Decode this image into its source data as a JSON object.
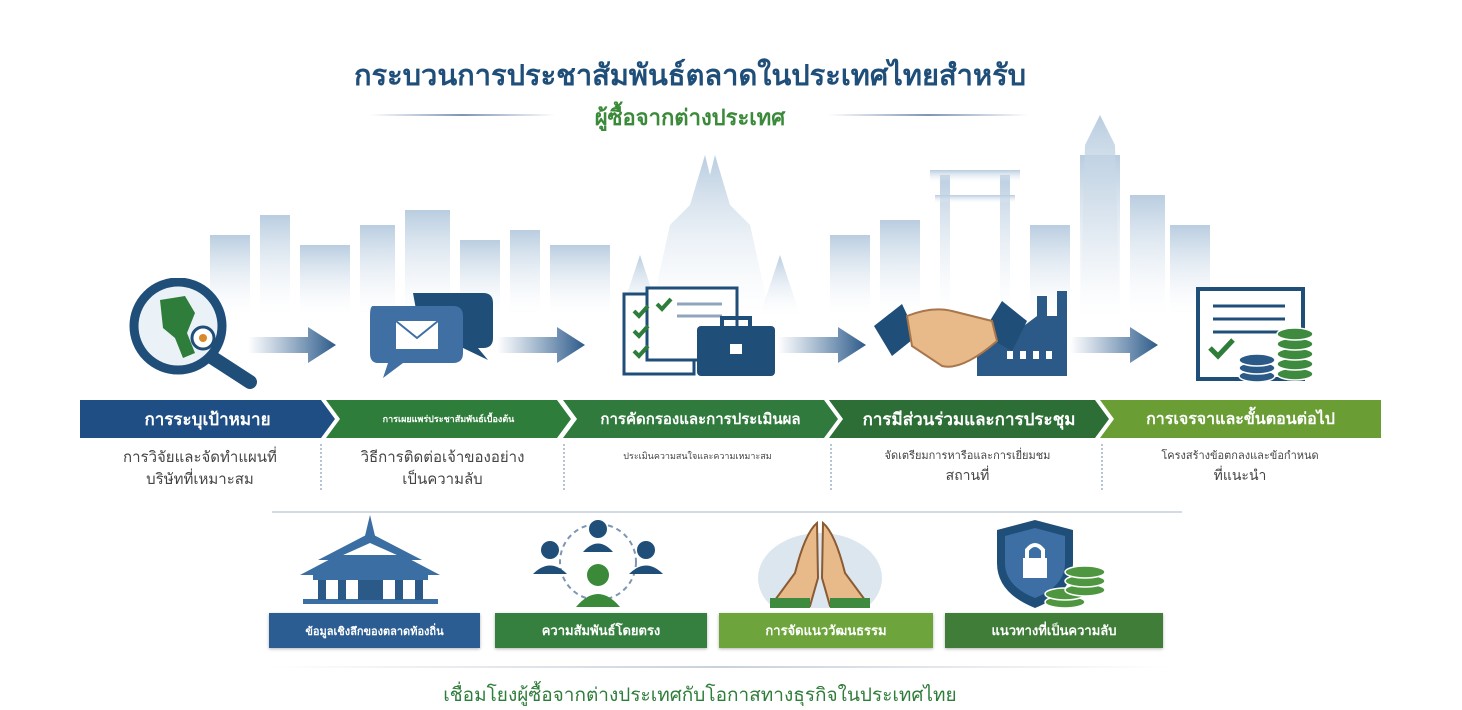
{
  "header": {
    "title": "กระบวนการประชาสัมพันธ์ตลาดในประเทศไทยสำหรับ",
    "subtitle": "ผู้ซื้อจากต่างประเทศ"
  },
  "steps": [
    {
      "label": "การระบุเป้าหมาย",
      "desc1": "การวิจัยและจัดทำแผนที่",
      "desc2": "บริษัทที่เหมาะสม",
      "icon": "magnifier-map-icon",
      "color": "#1f4e85"
    },
    {
      "label": "การเผยแพร่ประชาสัมพันธ์เบื้องต้น",
      "desc1": "วิธีการติดต่อเจ้าของอย่าง",
      "desc2": "เป็นความลับ",
      "icon": "chat-envelope-icon",
      "color": "#2e7d3a"
    },
    {
      "label": "การคัดกรองและการประเมินผล",
      "desc1": "ประเมินความสนใจและความเหมาะสม",
      "desc2": "",
      "icon": "checklist-briefcase-icon",
      "color": "#2f7a3c"
    },
    {
      "label": "การมีส่วนร่วมและการประชุม",
      "desc1": "จัดเตรียมการหารือและการเยี่ยมชม",
      "desc2": "สถานที่",
      "icon": "handshake-factory-icon",
      "color": "#2d6e36"
    },
    {
      "label": "การเจรจาและขั้นตอนต่อไป",
      "desc1": "โครงสร้างข้อตกลงและข้อกำหนด",
      "desc2": "ที่แนะนำ",
      "icon": "document-coins-icon",
      "color": "#6a9e35"
    }
  ],
  "features": [
    {
      "label": "ข้อมูลเชิงลึกของตลาดท้องถิ่น",
      "icon": "thai-temple-icon",
      "color": "#2b5d92"
    },
    {
      "label": "ความสัมพันธ์โดยตรง",
      "icon": "network-people-icon",
      "color": "#36803f"
    },
    {
      "label": "การจัดแนววัฒนธรรม",
      "icon": "wai-hands-icon",
      "color": "#6ea43c"
    },
    {
      "label": "แนวทางที่เป็นความลับ",
      "icon": "shield-lock-icon",
      "color": "#3f7d39"
    }
  ],
  "footer": "เชื่อมโยงผู้ซื้อจากต่างประเทศกับโอกาสทางธุรกิจในประเทศไทย"
}
